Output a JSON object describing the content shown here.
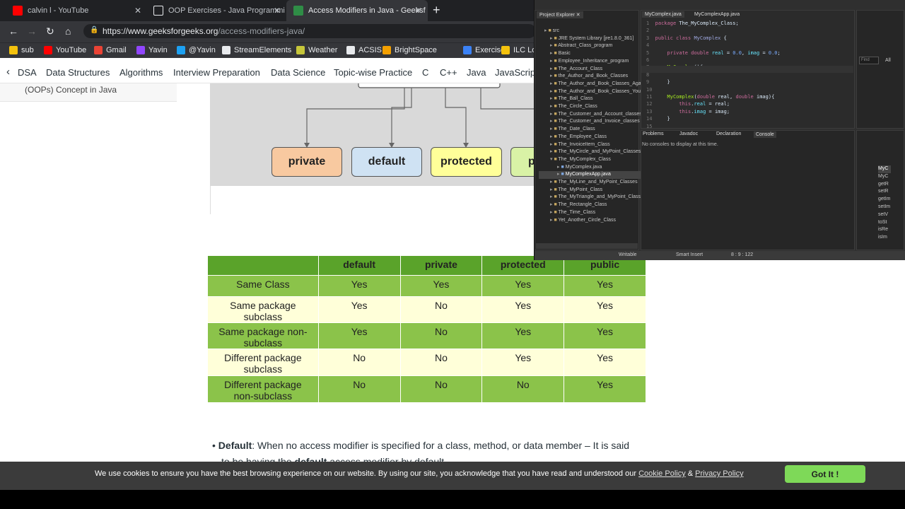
{
  "browser": {
    "tabs": [
      {
        "title": "calvin l - YouTube",
        "color": "#ff0000"
      },
      {
        "title": "OOP Exercises - Java Programmi",
        "color": "#e8eaed"
      },
      {
        "title": "Access Modifiers in Java - Geeksf",
        "color": "#2f8d46"
      }
    ],
    "url_host": "https://www.geeksforgeeks.org",
    "url_path": "/access-modifiers-java/",
    "bookmarks": [
      {
        "label": "sub",
        "color": "#f4c20d"
      },
      {
        "label": "YouTube",
        "color": "#ff0000"
      },
      {
        "label": "Gmail",
        "color": "#ea4335"
      },
      {
        "label": "Yavin",
        "color": "#9146ff"
      },
      {
        "label": "@Yavin",
        "color": "#1da1f2"
      },
      {
        "label": "StreamElements",
        "color": "#e8eaed"
      },
      {
        "label": "Weather",
        "color": "#c6c63a"
      },
      {
        "label": "ACSIS",
        "color": "#e8eaed"
      },
      {
        "label": "BrightSpace",
        "color": "#f4a000"
      },
      {
        "label": "Exercises",
        "color": "#3b82f6"
      },
      {
        "label": "ILC Lo",
        "color": "#f4c20d"
      }
    ]
  },
  "site_nav": [
    "DSA",
    "Data Structures",
    "Algorithms",
    "Interview Preparation",
    "Data Science",
    "Topic-wise Practice",
    "C",
    "C++",
    "Java",
    "JavaScrip"
  ],
  "sidebar_text": "(OOPs) Concept in Java",
  "diagram_boxes": [
    {
      "label": "private",
      "color": "#f8c9a0"
    },
    {
      "label": "default",
      "color": "#cfe2f3"
    },
    {
      "label": "protected",
      "color": "#ffff99"
    },
    {
      "label": "p",
      "color": "#d9f2a6"
    }
  ],
  "table": {
    "headers": [
      "",
      "default",
      "private",
      "protected",
      "public"
    ],
    "rows": [
      [
        "Same Class",
        "Yes",
        "Yes",
        "Yes",
        "Yes"
      ],
      [
        "Same package subclass",
        "Yes",
        "No",
        "Yes",
        "Yes"
      ],
      [
        "Same package non-subclass",
        "Yes",
        "No",
        "Yes",
        "Yes"
      ],
      [
        "Different package subclass",
        "No",
        "No",
        "Yes",
        "Yes"
      ],
      [
        "Different package non-subclass",
        "No",
        "No",
        "No",
        "Yes"
      ]
    ]
  },
  "bullet": {
    "term": "Default",
    "text": ": When no access modifier is specified for a class, method, or data member – It is said",
    "line2_pre": "to be having the ",
    "line2_bold": "default",
    "line2_post": " access modifier by default."
  },
  "cookie": {
    "text": "We use cookies to ensure you have the best browsing experience on our website. By using our site, you acknowledge that you have read and understood our ",
    "policy": "Cookie Policy",
    "amp": " & ",
    "privacy": "Privacy Policy",
    "button": "Got It !"
  },
  "eclipse": {
    "explorer_tab": "Project Explorer",
    "editor_tabs": [
      "MyComplex.java",
      "MyComplexApp.java"
    ],
    "tree": [
      "src",
      "JRE System Library [jre1.8.0_361]",
      "Abstract_Class_program",
      "Basic",
      "Employee_Inheritance_program",
      "The_Account_Class",
      "the_Author_and_Book_Classes",
      "The_Author_and_Book_Classes_Again",
      "The_Author_and_Book_Classes_Your_T",
      "The_Ball_Class",
      "The_Circle_Class",
      "The_Customer_and_Account_classes",
      "The_Customer_and_Invoice_classes",
      "The_Date_Class",
      "The_Employee_Class",
      "The_InvoiceItem_Class",
      "The_MyCircle_and_MyPoint_Classes",
      "The_MyComplex_Class",
      "MyComplex.java",
      "MyComplexApp.java",
      "The_MyLine_and_MyPoint_Classes",
      "The_MyPoint_Class",
      "The_MyTriangle_and_MyPoint_Classe",
      "The_Rectangle_Class",
      "The_Time_Class",
      "Yet_Another_Circle_Class"
    ],
    "console_tabs": [
      "Problems",
      "Javadoc",
      "Declaration",
      "Console"
    ],
    "console_msg": "No consoles to display at this time.",
    "status": [
      "Writable",
      "Smart Insert",
      "8 : 9 : 122"
    ],
    "outline": [
      "MyC",
      "MyC",
      "getR",
      "setR",
      "getIm",
      "setIm",
      "setV",
      "toSt",
      "isRe",
      "isIm"
    ],
    "find_placeholder": "Find",
    "find_all": "All"
  }
}
